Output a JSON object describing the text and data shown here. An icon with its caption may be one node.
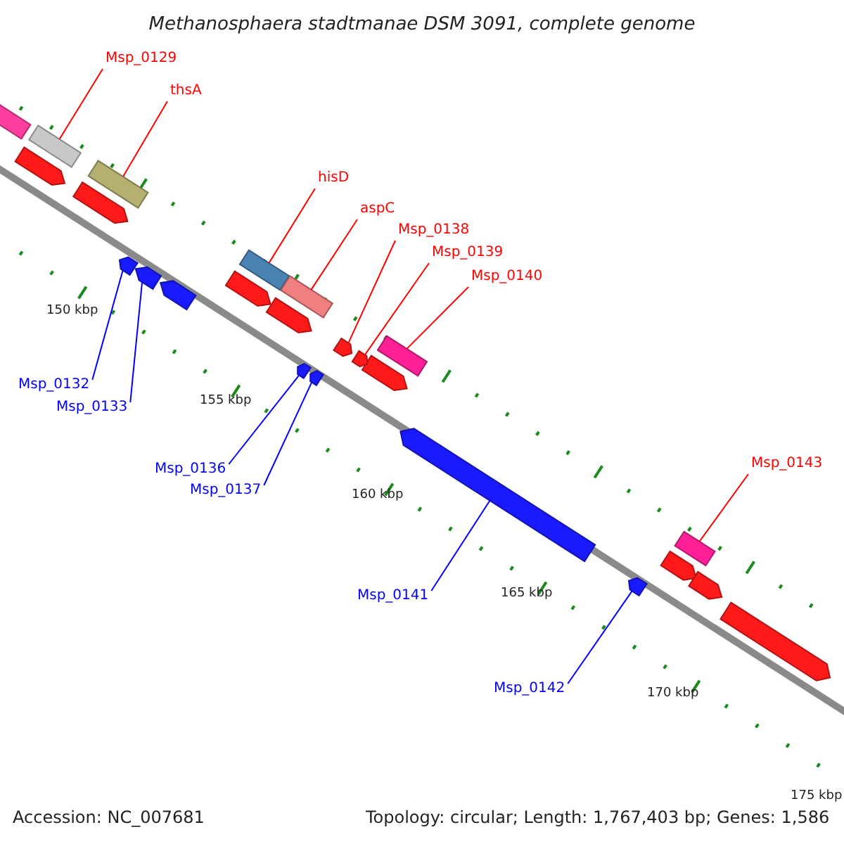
{
  "diagram": {
    "title": "Methanosphaera stadtmanae DSM 3091, complete genome",
    "nodes": [
      {
        "text": [
          "Msp_0129"
        ]
      },
      {
        "text": [],
        "shape": "box"
      },
      {
        "text": [
          "thsA"
        ]
      },
      {
        "text": [],
        "shape": "box"
      },
      {
        "text": [
          "hisD"
        ]
      },
      {
        "text": [],
        "shape": "box"
      },
      {
        "text": [
          "aspC"
        ]
      },
      {
        "text": [],
        "shape": "box"
      },
      {
        "text": [
          "Msp_0138"
        ]
      },
      {
        "text": [],
        "shape": "arrow"
      },
      {
        "text": [
          "Msp_0139"
        ]
      },
      {
        "text": [],
        "shape": "arrow"
      },
      {
        "text": [
          "Msp_0140"
        ]
      },
      {
        "text": [],
        "shape": "box"
      },
      {
        "text": [
          "Msp_0132"
        ]
      },
      {
        "text": [],
        "shape": "arrow"
      },
      {
        "text": [
          "Msp_0133"
        ]
      },
      {
        "text": [],
        "shape": "arrow"
      },
      {
        "text": [
          "Msp_0136"
        ]
      },
      {
        "text": [],
        "shape": "arrow"
      },
      {
        "text": [
          "Msp_0137"
        ]
      },
      {
        "text": [],
        "shape": "arrow"
      },
      {
        "text": [
          "Msp_0141"
        ]
      },
      {
        "text": [],
        "shape": "arrow"
      },
      {
        "text": [
          "Msp_0142"
        ]
      },
      {
        "text": [],
        "shape": "arrow"
      },
      {
        "text": [
          "Msp_0143"
        ]
      },
      {
        "text": [],
        "shape": "box"
      }
    ],
    "edges": [
      {
        "from": 0,
        "to": 1,
        "arrow": "none"
      },
      {
        "from": 2,
        "to": 3,
        "arrow": "none"
      },
      {
        "from": 4,
        "to": 5,
        "arrow": "none"
      },
      {
        "from": 6,
        "to": 7,
        "arrow": "none"
      },
      {
        "from": 8,
        "to": 9,
        "arrow": "none"
      },
      {
        "from": 10,
        "to": 11,
        "arrow": "none"
      },
      {
        "from": 12,
        "to": 13,
        "arrow": "none"
      },
      {
        "from": 14,
        "to": 15,
        "arrow": "none",
        "color": "#0000ff"
      },
      {
        "from": 16,
        "to": 17,
        "arrow": "none",
        "color": "#0000ff"
      },
      {
        "from": 18,
        "to": 19,
        "arrow": "none",
        "color": "#0000ff"
      },
      {
        "from": 20,
        "to": 21,
        "arrow": "none",
        "color": "#0000ff"
      },
      {
        "from": 22,
        "to": 23,
        "arrow": "none",
        "color": "#0000ff"
      },
      {
        "from": 24,
        "to": 25,
        "arrow": "none",
        "color": "#0000ff"
      },
      {
        "from": 26,
        "to": 27,
        "arrow": "none"
      }
    ],
    "labels": [
      "150 kbp",
      "155 kbp",
      "160 kbp",
      "165 kbp",
      "170 kbp",
      "175 kbp",
      "Accession: NC_007681",
      "Topology: circular; Length: 1,767,403 bp; Genes: 1,586"
    ]
  }
}
